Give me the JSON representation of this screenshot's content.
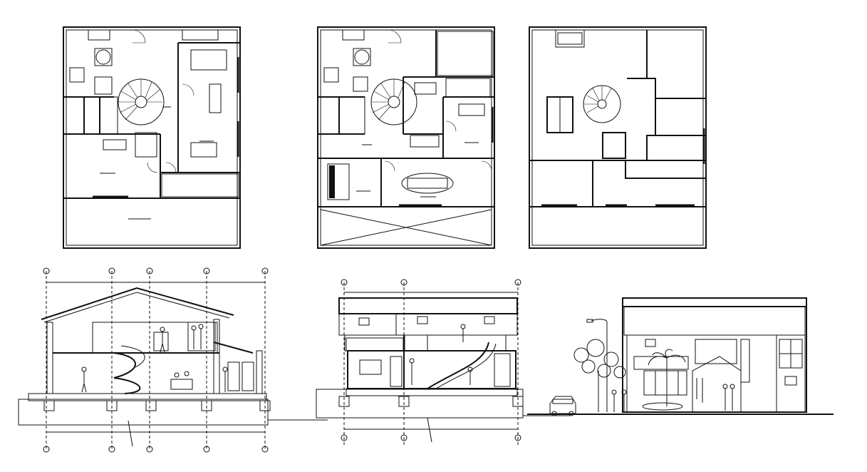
{
  "drawing": {
    "plans": [
      {
        "id": "ground-floor-plan",
        "room_labels": [
          "",
          "",
          "",
          "",
          "",
          "",
          ""
        ]
      },
      {
        "id": "first-floor-plan",
        "room_labels": [
          "",
          "",
          "",
          "",
          "",
          ""
        ]
      },
      {
        "id": "roof-plan",
        "room_labels": []
      }
    ],
    "elevations": [
      {
        "id": "section-a"
      },
      {
        "id": "section-b"
      },
      {
        "id": "front-elevation"
      }
    ],
    "grid_markers": [
      "",
      "",
      "",
      "",
      ""
    ]
  }
}
